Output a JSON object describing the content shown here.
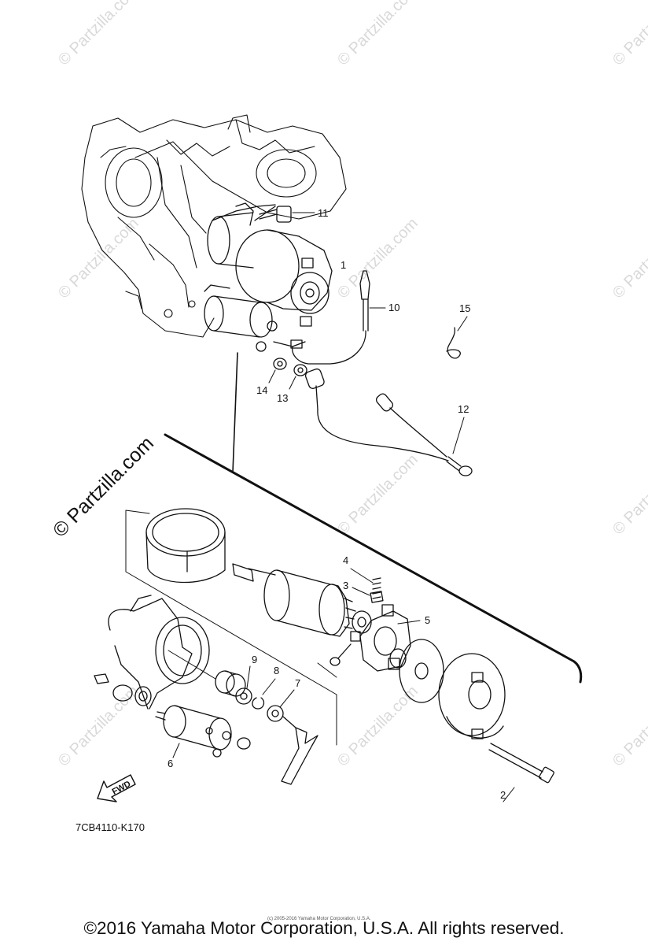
{
  "watermark": "© Partzilla.com",
  "parts": [
    {
      "number": "1"
    },
    {
      "number": "2"
    },
    {
      "number": "3"
    },
    {
      "number": "4"
    },
    {
      "number": "5"
    },
    {
      "number": "6"
    },
    {
      "number": "7"
    },
    {
      "number": "8"
    },
    {
      "number": "9"
    },
    {
      "number": "10"
    },
    {
      "number": "11"
    },
    {
      "number": "12"
    },
    {
      "number": "13"
    },
    {
      "number": "14"
    },
    {
      "number": "15"
    }
  ],
  "fwd_label": "FWD",
  "diagram_code": "7CB4110-K170",
  "copyright_small": "(c) 2005-2016 Yamaha Motor Corporation, U.S.A.",
  "copyright": "©2016 Yamaha Motor Corporation, U.S.A. All rights reserved."
}
